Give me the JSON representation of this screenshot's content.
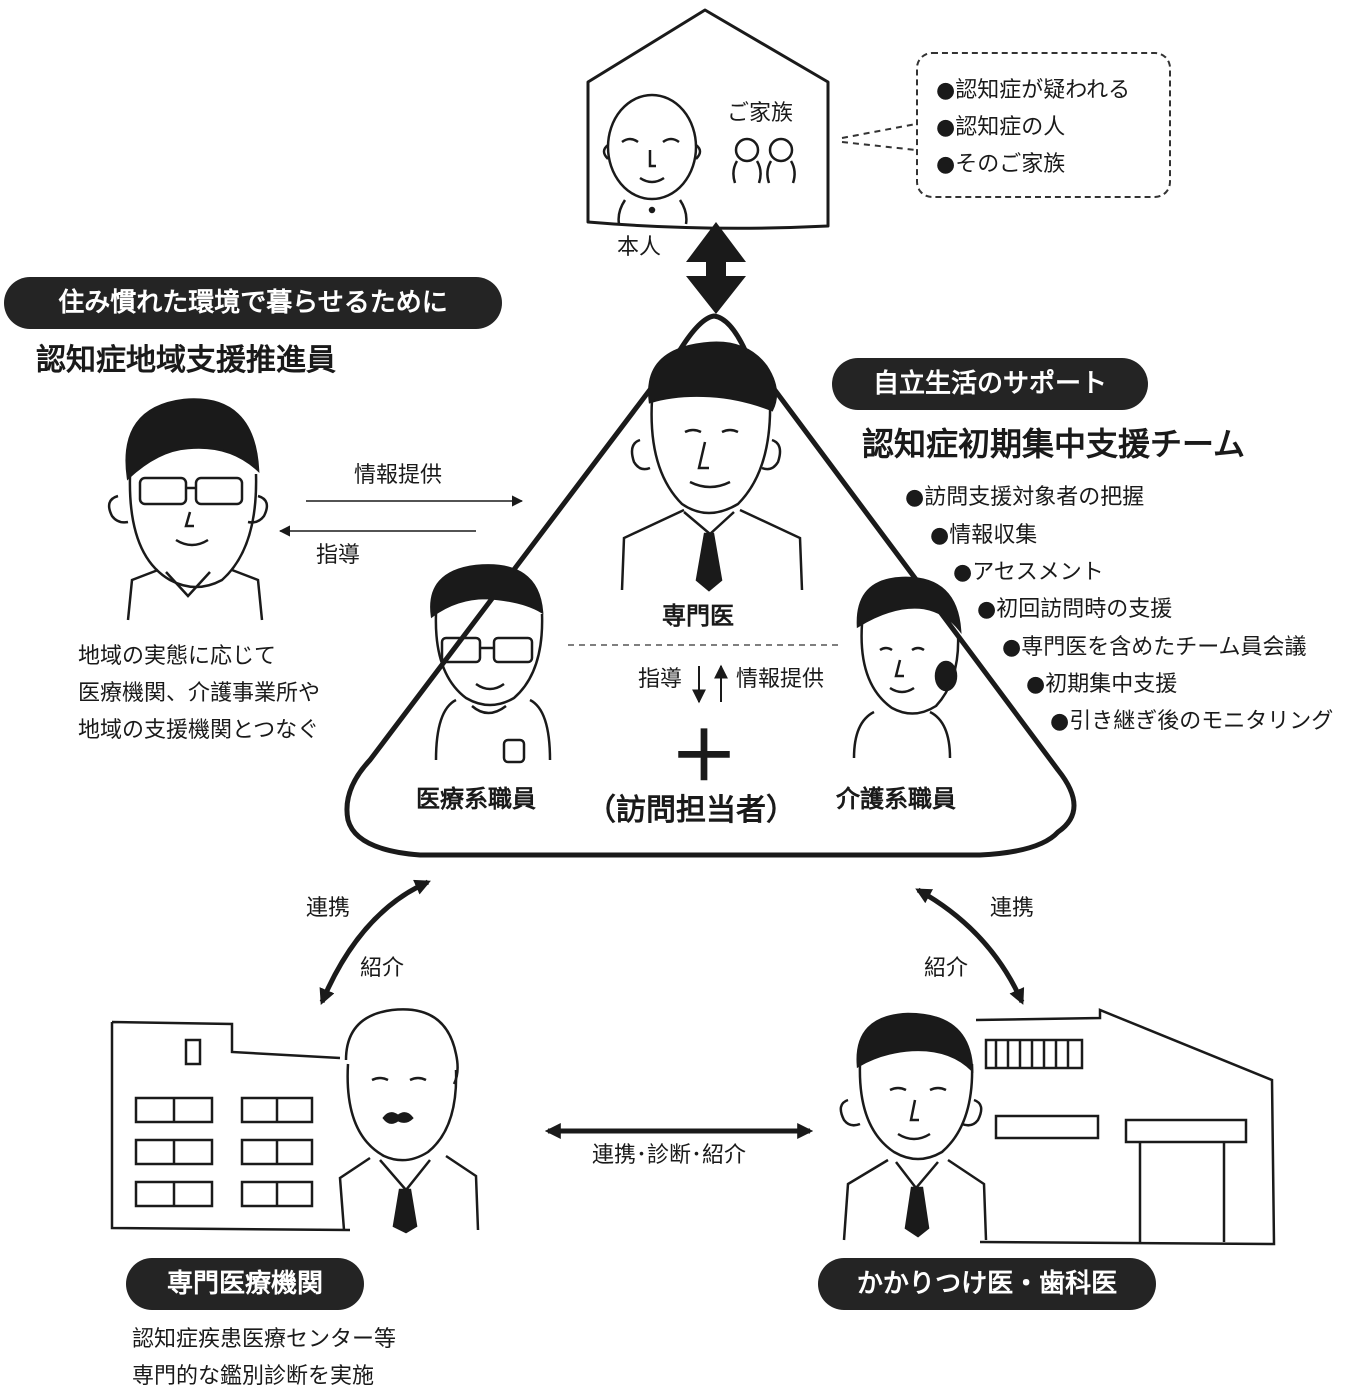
{
  "family_house": {
    "family_label": "ご家族",
    "person_label": "本人",
    "bubble_items": [
      "●認知症が疑われる",
      "●認知症の人",
      "●そのご家族"
    ]
  },
  "left_section": {
    "banner": "住み慣れた環境で暮らせるために",
    "title": "認知症地域支援推進員",
    "arrow_to_team": "情報提供",
    "arrow_from_team": "指導",
    "description": [
      "地域の実態に応じて",
      "医療機関、介護事業所や",
      "地域の支援機関とつなぐ"
    ]
  },
  "right_section": {
    "banner": "自立生活のサポート",
    "title": "認知症初期集中支援チーム",
    "items": [
      "●訪問支援対象者の把握",
      "●情報収集",
      "●アセスメント",
      "●初回訪問時の支援",
      "●専門医を含めたチーム員会議",
      "●初期集中支援",
      "●引き継ぎ後のモニタリング"
    ]
  },
  "team": {
    "specialist": "専門医",
    "guidance": "指導",
    "info_provision": "情報提供",
    "medical_staff": "医療系職員",
    "care_staff": "介護系職員",
    "plus": "＋",
    "visitor": "（訪問担当者）"
  },
  "links": {
    "left_cooperation": "連携",
    "left_referral": "紹介",
    "right_cooperation": "連携",
    "right_referral": "紹介",
    "bottom": "連携･診断･紹介"
  },
  "specialist_institution": {
    "banner": "専門医療機関",
    "description": [
      "認知症疾患医療センター等",
      "専門的な鑑別診断を実施"
    ]
  },
  "family_doctor": {
    "banner": "かかりつけ医・歯科医"
  }
}
